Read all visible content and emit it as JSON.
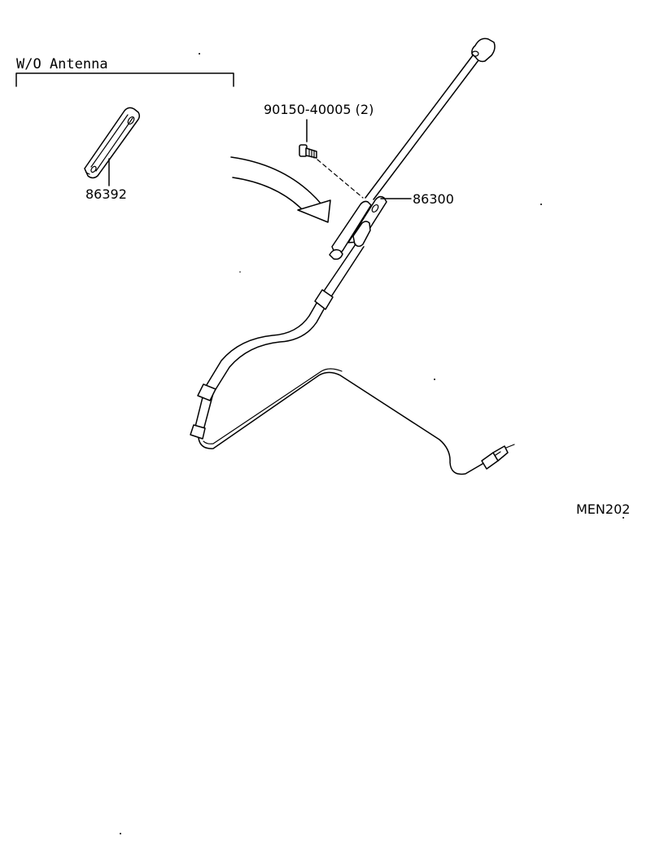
{
  "header": {
    "group_label": "W/O Antenna"
  },
  "parts": {
    "cover": {
      "number": "86392"
    },
    "screw": {
      "number": "90150-40005 (2)"
    },
    "antenna": {
      "number": "86300"
    }
  },
  "footer": {
    "figure_code": "MEN202"
  }
}
